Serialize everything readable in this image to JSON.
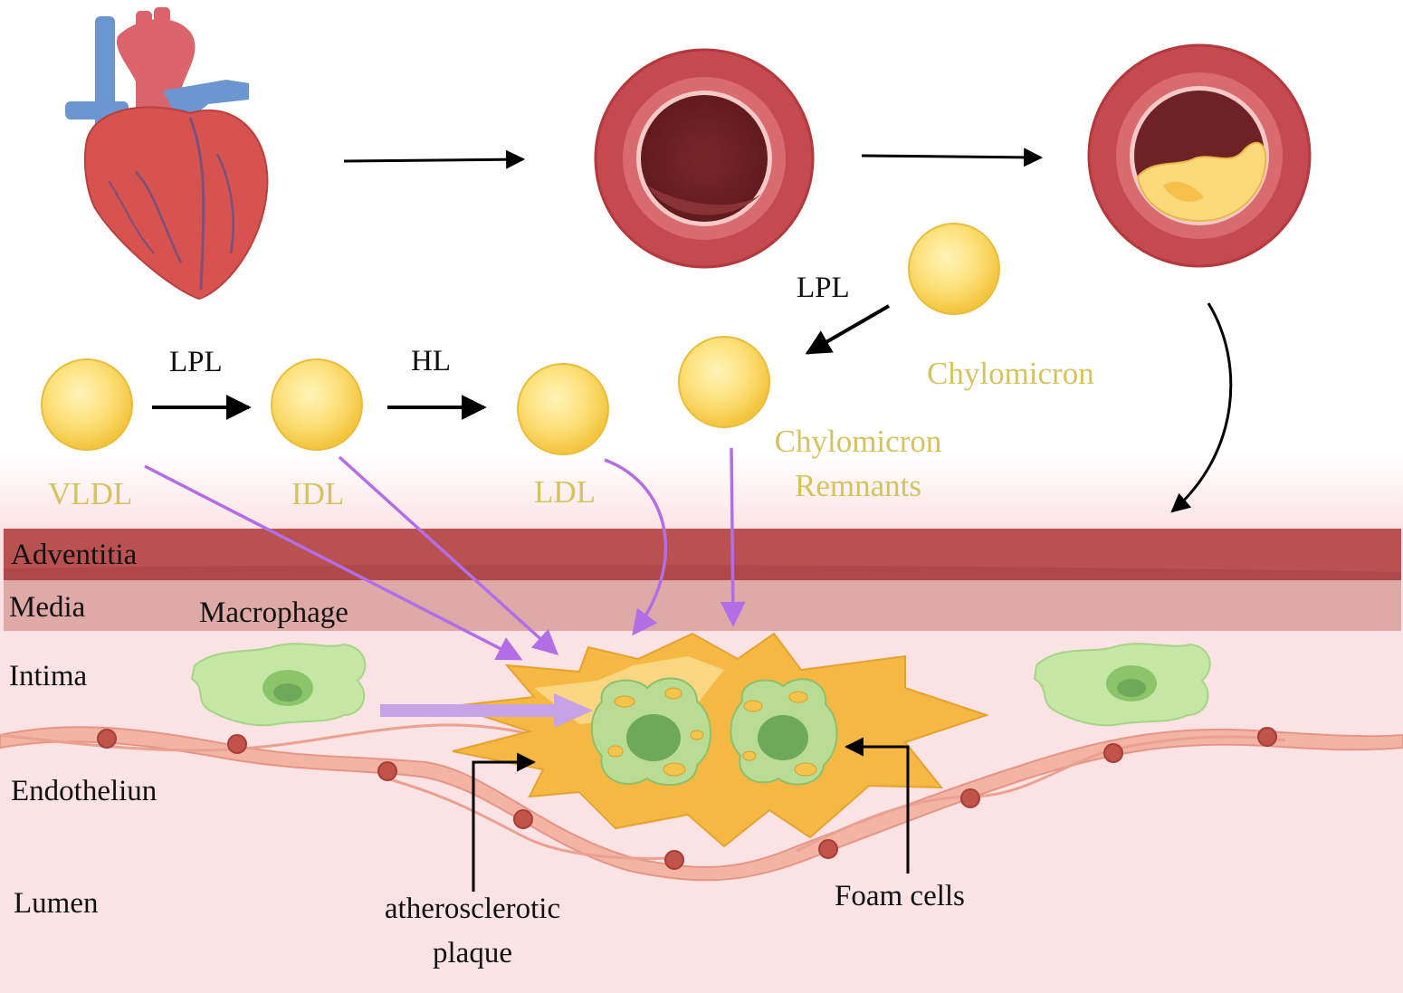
{
  "colors": {
    "lipoprotein_label": "#d4c35e",
    "lipoprotein_fill": "#fbd85a",
    "adventitia": "#b95151",
    "media": "#dfa9a8",
    "intima": "#fbe2e4",
    "arrow_purple": "#b36ee6",
    "plaque": "#f5b943",
    "macrophage": "#c4e7a6"
  },
  "enzymes": {
    "lpl_top": "LPL",
    "lpl_left": "LPL",
    "hl": "HL"
  },
  "lipoproteins": {
    "vldl": "VLDL",
    "idl": "IDL",
    "ldl": "LDL",
    "chylomicron": "Chylomicron",
    "remnants_line1": "Chylomicron",
    "remnants_line2": "Remnants"
  },
  "layers": {
    "adventitia": "Adventitia",
    "media": "Media",
    "intima": "Intima",
    "endothelium": "Endotheliun",
    "lumen": "Lumen"
  },
  "cells": {
    "macrophage": "Macrophage",
    "foam_cells": "Foam cells",
    "plaque_line1": "atherosclerotic",
    "plaque_line2": "plaque"
  }
}
